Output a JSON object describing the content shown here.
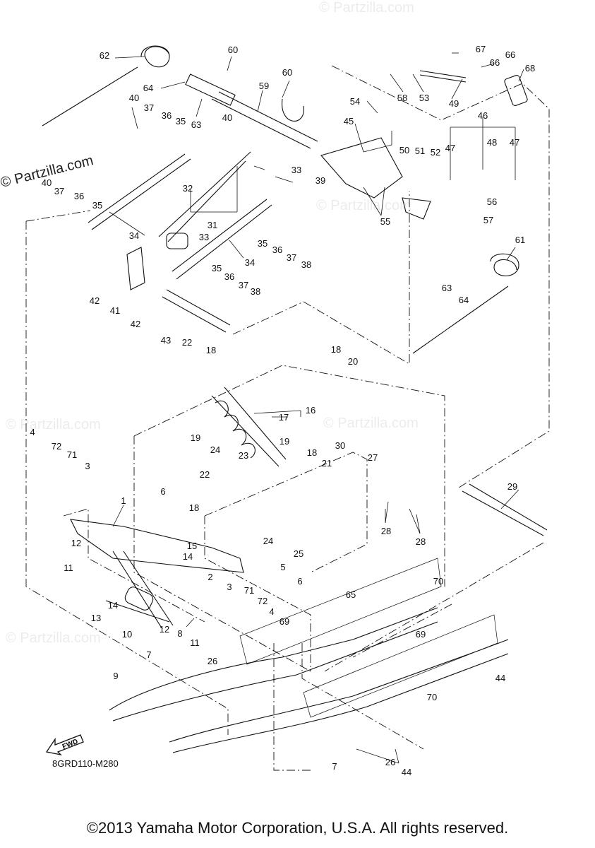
{
  "watermark": "© Partzilla.com",
  "diagram_code": "8GRD110-M280",
  "fwd_label": "FWD",
  "copyright": "©2013 Yamaha Motor Corporation, U.S.A. All rights reserved.",
  "callouts": [
    "62",
    "60",
    "60",
    "59",
    "64",
    "63",
    "40",
    "37",
    "36",
    "35",
    "40",
    "40",
    "37",
    "36",
    "35",
    "32",
    "31",
    "34",
    "33",
    "33",
    "39",
    "35",
    "36",
    "37",
    "38",
    "34",
    "35",
    "36",
    "37",
    "38",
    "42",
    "41",
    "42",
    "43",
    "67",
    "66",
    "66",
    "68",
    "58",
    "53",
    "49",
    "54",
    "45",
    "46",
    "50",
    "51",
    "52",
    "47",
    "48",
    "47",
    "56",
    "57",
    "55",
    "61",
    "63",
    "64",
    "22",
    "18",
    "18",
    "20",
    "17",
    "16",
    "19",
    "4",
    "72",
    "71",
    "3",
    "24",
    "23",
    "19",
    "18",
    "21",
    "30",
    "27",
    "22",
    "6",
    "18",
    "1",
    "12",
    "15",
    "14",
    "11",
    "12",
    "14",
    "10",
    "8",
    "2",
    "3",
    "71",
    "72",
    "4",
    "11",
    "13",
    "26",
    "7",
    "9",
    "5",
    "6",
    "24",
    "25",
    "28",
    "28",
    "29",
    "65",
    "70",
    "69",
    "69",
    "44",
    "70",
    "44",
    "26",
    "7",
    "9"
  ]
}
